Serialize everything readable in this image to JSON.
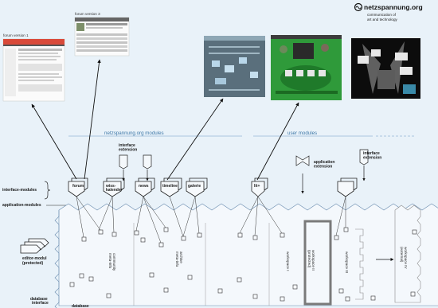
{
  "logo": {
    "name": "netzspannung.org",
    "tagline_line1": "communication of",
    "tagline_line2": "art and technology"
  },
  "screenshots": {
    "forum_v1_caption": "forum version 1",
    "forum_v3_caption": "forum version 3"
  },
  "sections": {
    "netzspannung_modules": "netzspannung.org modules",
    "user_modules": "user modules"
  },
  "left_labels": {
    "interface_modules": "interface-modules",
    "application_modules": "application-modules",
    "editor_modul": "editor-modul",
    "protected": "(protected)",
    "database_interface": "database interface",
    "database": "database"
  },
  "interface_extensions": {
    "top": "interface extension",
    "user_top": "interface extension"
  },
  "application_extension": "application extension",
  "modules": [
    {
      "label": "forum"
    },
    {
      "label": "wiss-\nkalender"
    },
    {
      "label": "news"
    },
    {
      "label": "timeline"
    },
    {
      "label": "galerie"
    },
    {
      "label": "lit+"
    },
    {
      "label": ""
    }
  ],
  "db_labels": {
    "a": "community\nmeta-info",
    "b": "archive\nmeta-info",
    "c": "workspace I",
    "d": "workspace II\n(protected)",
    "e": "workspace III",
    "f": "workspace IV\n(external)"
  }
}
